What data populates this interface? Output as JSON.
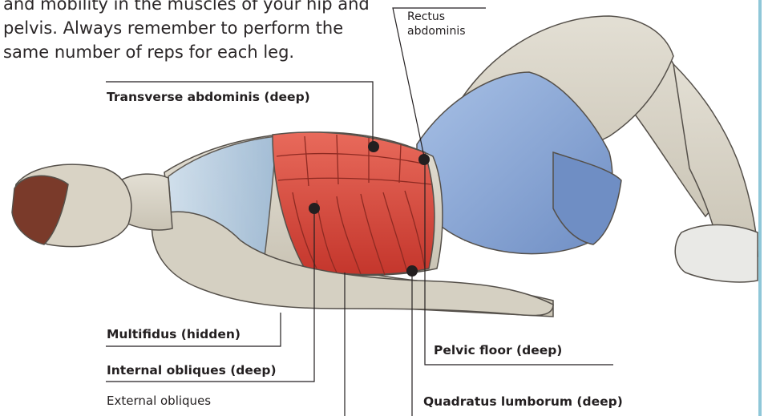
{
  "intro": {
    "lines": [
      "and mobility in the muscles of your hip and",
      "pelvis. Always remember to perform the",
      "same number of reps for each leg."
    ]
  },
  "labels": {
    "rectus_abdominis": [
      "Rectus",
      "abdominis"
    ],
    "transverse_abdominis": "Transverse abdominis (deep)",
    "multifidus": "Multifidus (hidden)",
    "internal_obliques": "Internal obliques (deep)",
    "external_obliques": "External obliques",
    "pelvic_floor": "Pelvic floor (deep)",
    "quadratus_lumborum": "Quadratus lumborum (deep)"
  },
  "colors": {
    "muscle_red": "#d9453b",
    "shorts_blue": "#7f9fd0",
    "skin": "#d8d3c6",
    "outline": "#55504a",
    "accent_rule": "#8fc7d8"
  }
}
